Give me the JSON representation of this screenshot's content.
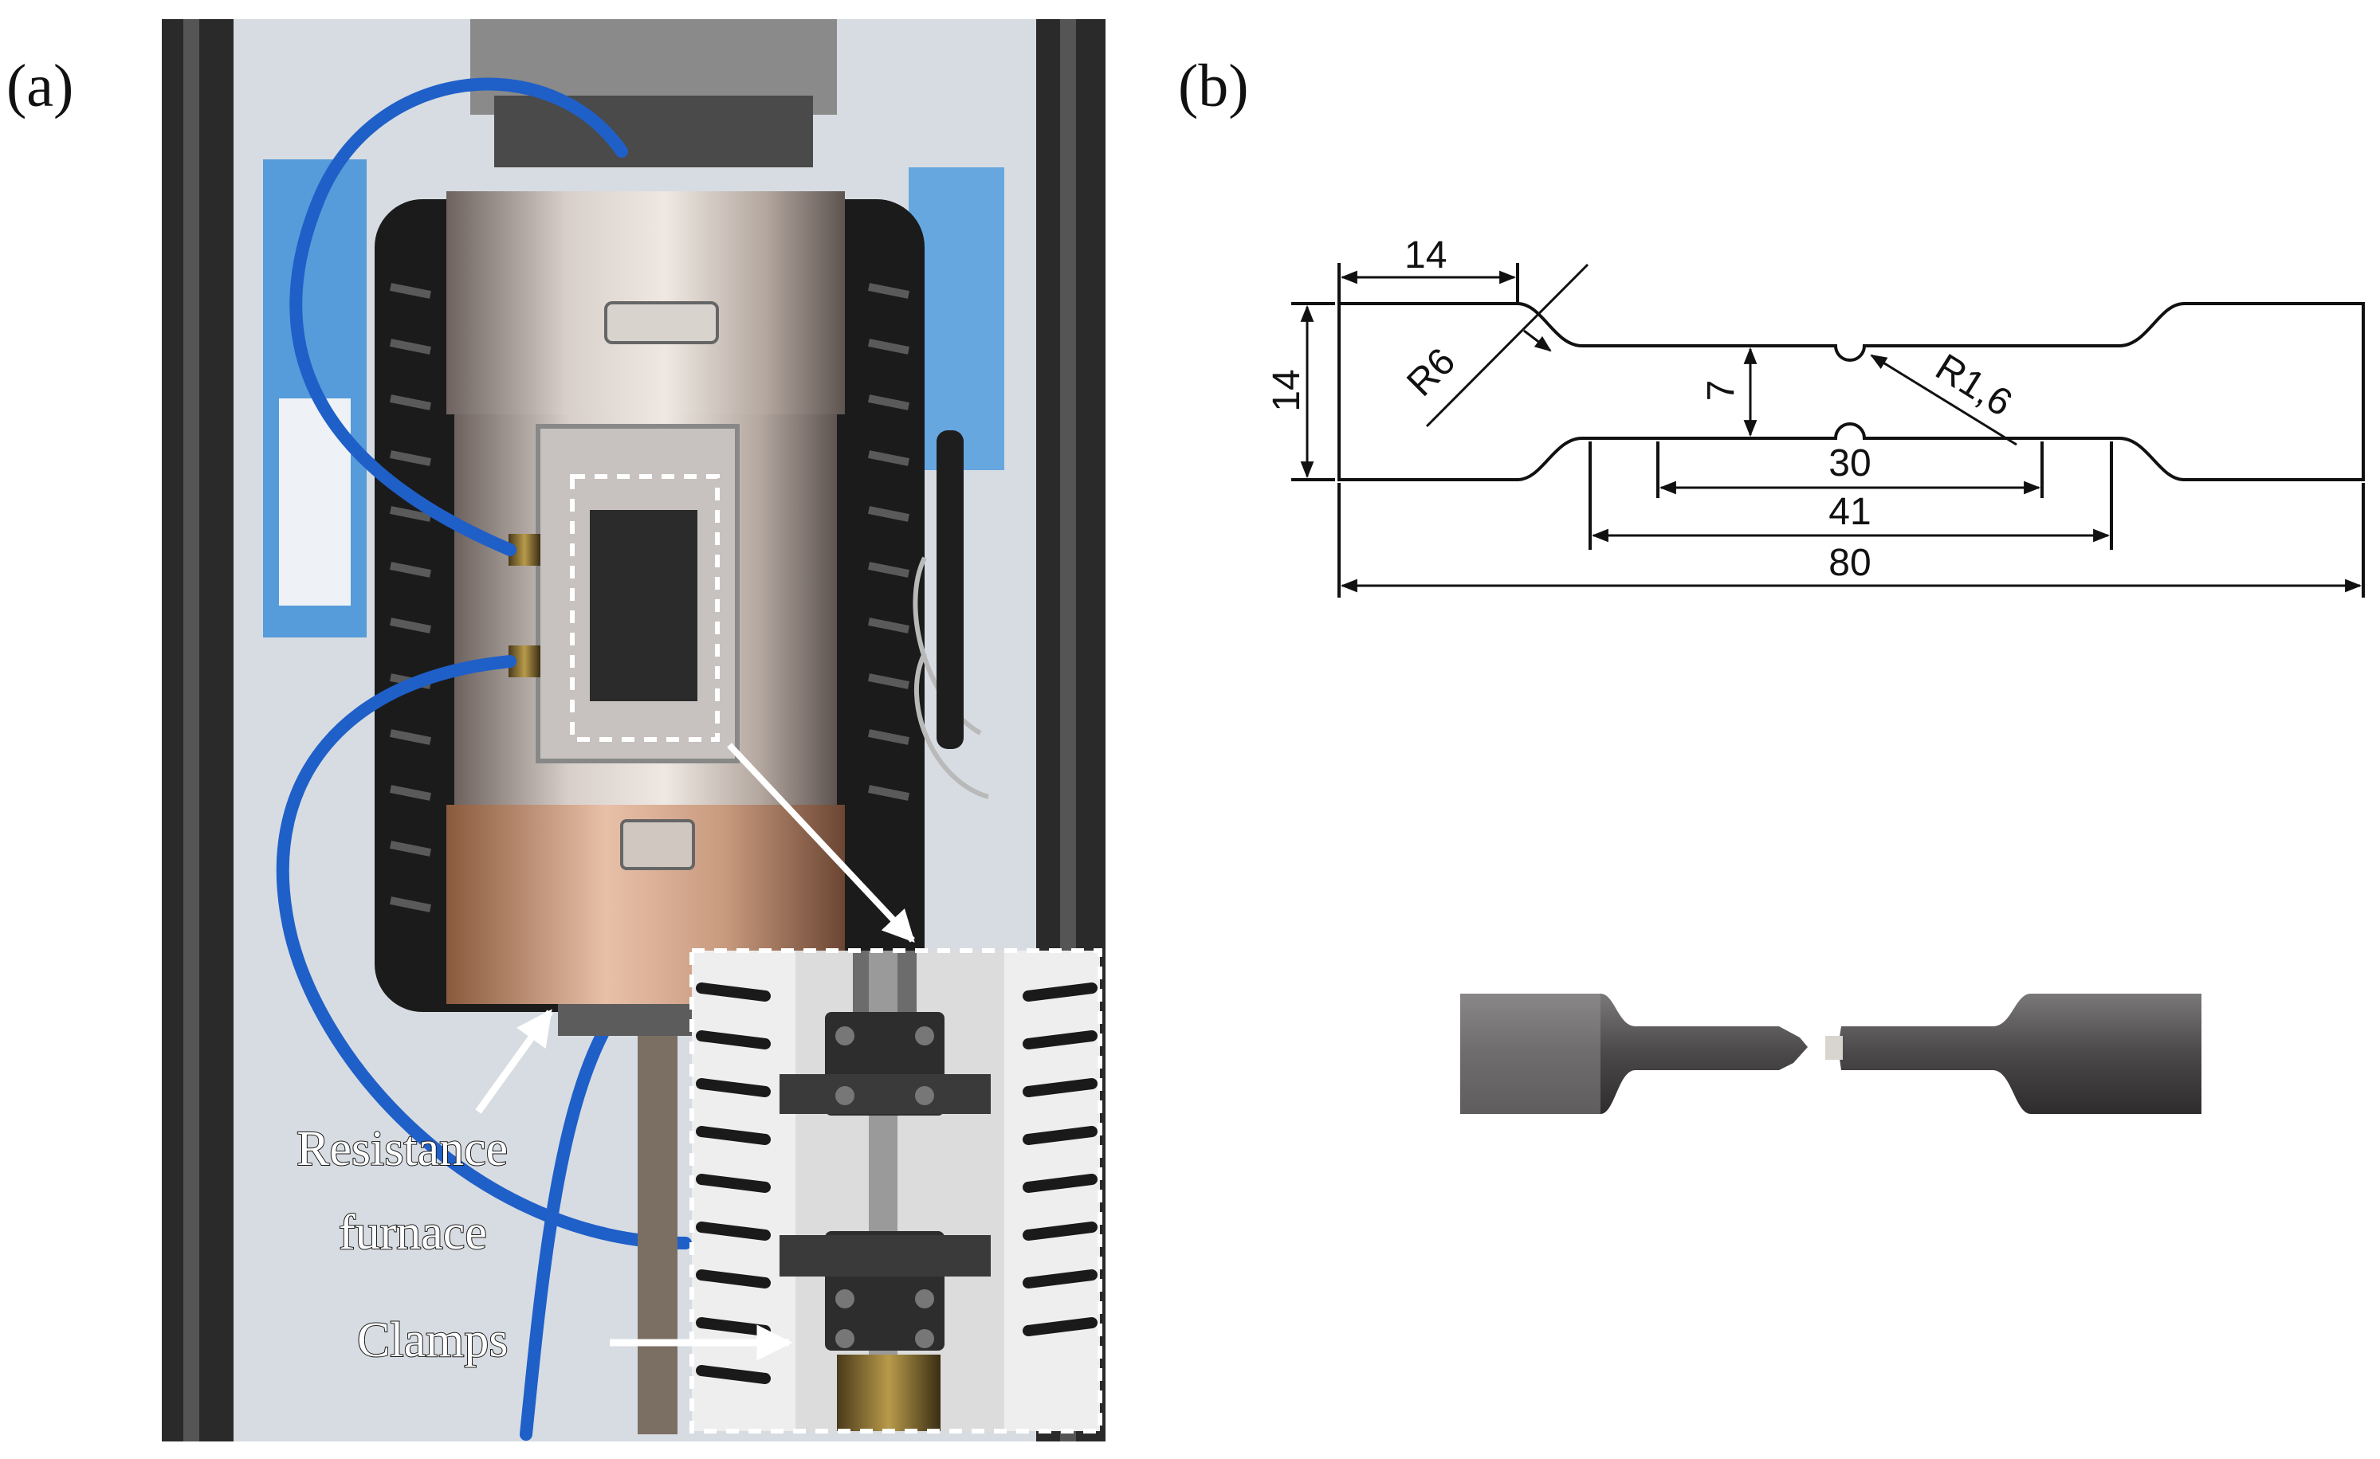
{
  "panels": {
    "a": {
      "label": "(a)",
      "annotations": {
        "furnace_line1": "Resistance",
        "furnace_line2": "furnace",
        "clamps": "Clamps"
      }
    },
    "b": {
      "label": "(b)",
      "dimensions": {
        "grip_length": "14",
        "grip_width": "14",
        "shoulder_radius": "R6",
        "gauge_width": "7",
        "notch_radius": "R1,6",
        "inner_length": "30",
        "gauge_length": "41",
        "total_length": "80"
      }
    }
  },
  "colors": {
    "hose": "#1f5fc8",
    "furnace_steel": "#b8ada6",
    "machine_frame": "#2a2a2a",
    "drawing_line": "#111111"
  }
}
